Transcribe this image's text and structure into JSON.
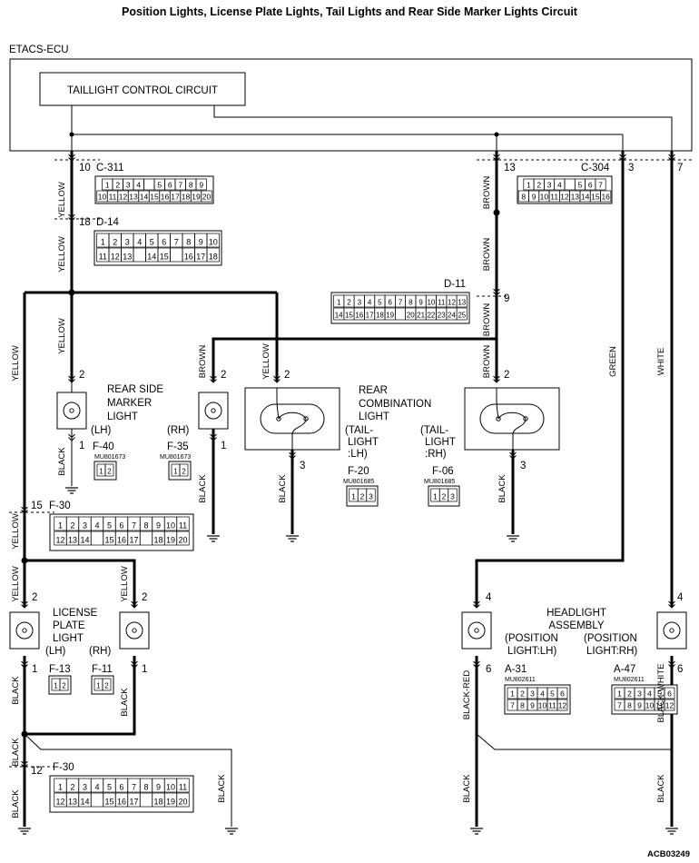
{
  "title": "Position Lights, License Plate Lights, Tail Lights and Rear Side Marker Lights Circuit",
  "ecu": {
    "label": "ETACS-ECU",
    "circuit": "TAILLIGHT CONTROL CIRCUIT"
  },
  "figure_id": "ACB03249",
  "wire_colors": {
    "yellow": "YELLOW",
    "brown": "BROWN",
    "black": "BLACK",
    "green": "GREEN",
    "white": "WHITE",
    "black_red": "BLACK-RED",
    "black_white": "BLACK-WHITE"
  },
  "connectors": {
    "c311": {
      "id": "C-311",
      "pin": "10",
      "row1": [
        "1",
        "2",
        "3",
        "4",
        "",
        "5",
        "6",
        "7",
        "8",
        "9"
      ],
      "row2": [
        "10",
        "11",
        "12",
        "13",
        "14",
        "15",
        "16",
        "17",
        "18",
        "19",
        "20"
      ]
    },
    "c304": {
      "id": "C-304",
      "pin_brown": "13",
      "pin_green": "3",
      "pin_white": "7",
      "row1": [
        "1",
        "2",
        "3",
        "4",
        "",
        "5",
        "6",
        "7"
      ],
      "row2": [
        "8",
        "9",
        "10",
        "11",
        "12",
        "13",
        "14",
        "15",
        "16"
      ]
    },
    "d14": {
      "id": "D-14",
      "pin": "18",
      "row1": [
        "1",
        "2",
        "3",
        "4",
        "5",
        "6",
        "7",
        "8",
        "9",
        "10"
      ],
      "row2": [
        "11",
        "12",
        "13",
        "",
        "14",
        "15",
        "",
        "16",
        "17",
        "18"
      ]
    },
    "d11": {
      "id": "D-11",
      "pin": "9",
      "row1": [
        "1",
        "2",
        "3",
        "4",
        "5",
        "6",
        "7",
        "8",
        "9",
        "10",
        "11",
        "12",
        "13"
      ],
      "row2": [
        "14",
        "15",
        "16",
        "17",
        "18",
        "19",
        "",
        "20",
        "21",
        "22",
        "23",
        "24",
        "25"
      ]
    },
    "f30a": {
      "id": "F-30",
      "pin": "15"
    },
    "f30b": {
      "id": "F-30",
      "pin": "12"
    },
    "f30": {
      "row1": [
        "1",
        "2",
        "3",
        "4",
        "5",
        "6",
        "7",
        "8",
        "9",
        "10",
        "11"
      ],
      "row2": [
        "12",
        "13",
        "14",
        "",
        "15",
        "16",
        "17",
        "",
        "18",
        "19",
        "20"
      ]
    },
    "f40": {
      "id": "F-40",
      "part": "MU801673"
    },
    "f35": {
      "id": "F-35",
      "part": "MU801673"
    },
    "f20": {
      "id": "F-20",
      "part": "MU801685"
    },
    "f06": {
      "id": "F-06",
      "part": "MU801685"
    },
    "f13": {
      "id": "F-13"
    },
    "f11": {
      "id": "F-11"
    },
    "a31": {
      "id": "A-31",
      "part": "MU802611"
    },
    "a47": {
      "id": "A-47",
      "part": "MU802611"
    },
    "pins2": [
      "1",
      "2"
    ],
    "pins3": [
      "1",
      "2",
      "3"
    ],
    "pins12": [
      "1",
      "2",
      "3",
      "4",
      "5",
      "6",
      "7",
      "8",
      "9",
      "10",
      "11",
      "12"
    ]
  },
  "components": {
    "rear_side_marker": {
      "l1": "REAR SIDE",
      "l2": "MARKER",
      "l3": "LIGHT",
      "lh": "(LH)",
      "rh": "(RH)"
    },
    "rear_combination": {
      "l1": "REAR",
      "l2": "COMBINATION",
      "l3": "LIGHT",
      "lh1": "(TAIL-",
      "lh2": "LIGHT",
      "lh3": ":LH)",
      "rh1": "(TAIL-",
      "rh2": "LIGHT",
      "rh3": ":RH)"
    },
    "license_plate": {
      "l1": "LICENSE",
      "l2": "PLATE",
      "l3": "LIGHT",
      "lh": "(LH)",
      "rh": "(RH)"
    },
    "headlight": {
      "l1": "HEADLIGHT",
      "l2": "ASSEMBLY",
      "lh1": "(POSITION",
      "lh2": "LIGHT:LH)",
      "rh1": "(POSITION",
      "rh2": "LIGHT:RH)"
    }
  },
  "pins": {
    "p1": "1",
    "p2": "2",
    "p3": "3",
    "p4": "4",
    "p6": "6"
  }
}
